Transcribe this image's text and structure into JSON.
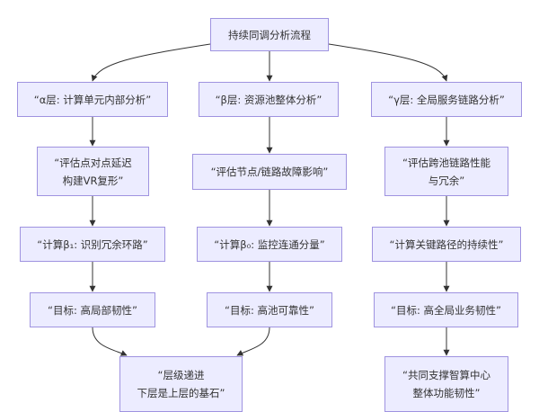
{
  "diagram": {
    "type": "flowchart",
    "colors": {
      "node_fill": "#ececff",
      "node_border": "#9f93e0",
      "edge": "#333333",
      "text": "#333333"
    },
    "nodes": {
      "root": {
        "label": "持续同调分析流程"
      },
      "alpha_layer": {
        "label": "“α层: 计算单元内部分析”"
      },
      "beta_layer": {
        "label": "“β层: 资源池整体分析”"
      },
      "gamma_layer": {
        "label": "“γ层: 全局服务链路分析”"
      },
      "alpha_eval": {
        "label": "“评估点对点延迟\n构建VR复形”"
      },
      "beta_eval": {
        "label": "“评估节点/链路故障影响”"
      },
      "gamma_eval": {
        "label": "“评估跨池链路性能\n与冗余”"
      },
      "alpha_compute": {
        "label": "“计算β₁: 识别冗余环路”"
      },
      "beta_compute": {
        "label": "“计算β₀: 监控连通分量”"
      },
      "gamma_compute": {
        "label": "“计算关键路径的持续性”"
      },
      "alpha_goal": {
        "label": "“目标: 高局部韧性”"
      },
      "beta_goal": {
        "label": "“目标: 高池可靠性”"
      },
      "gamma_goal": {
        "label": "“目标: 高全局业务韧性”"
      },
      "hierarchy": {
        "label": "“层级递进\n下层是上层的基石”"
      },
      "overall": {
        "label": "“共同支撑智算中心\n整体功能韧性”"
      }
    },
    "edges": [
      [
        "root",
        "alpha_layer"
      ],
      [
        "root",
        "beta_layer"
      ],
      [
        "root",
        "gamma_layer"
      ],
      [
        "alpha_layer",
        "alpha_eval"
      ],
      [
        "beta_layer",
        "beta_eval"
      ],
      [
        "gamma_layer",
        "gamma_eval"
      ],
      [
        "alpha_eval",
        "alpha_compute"
      ],
      [
        "beta_eval",
        "beta_compute"
      ],
      [
        "gamma_eval",
        "gamma_compute"
      ],
      [
        "alpha_compute",
        "alpha_goal"
      ],
      [
        "beta_compute",
        "beta_goal"
      ],
      [
        "gamma_compute",
        "gamma_goal"
      ],
      [
        "alpha_goal",
        "hierarchy"
      ],
      [
        "beta_goal",
        "hierarchy"
      ],
      [
        "gamma_goal",
        "overall"
      ]
    ]
  }
}
